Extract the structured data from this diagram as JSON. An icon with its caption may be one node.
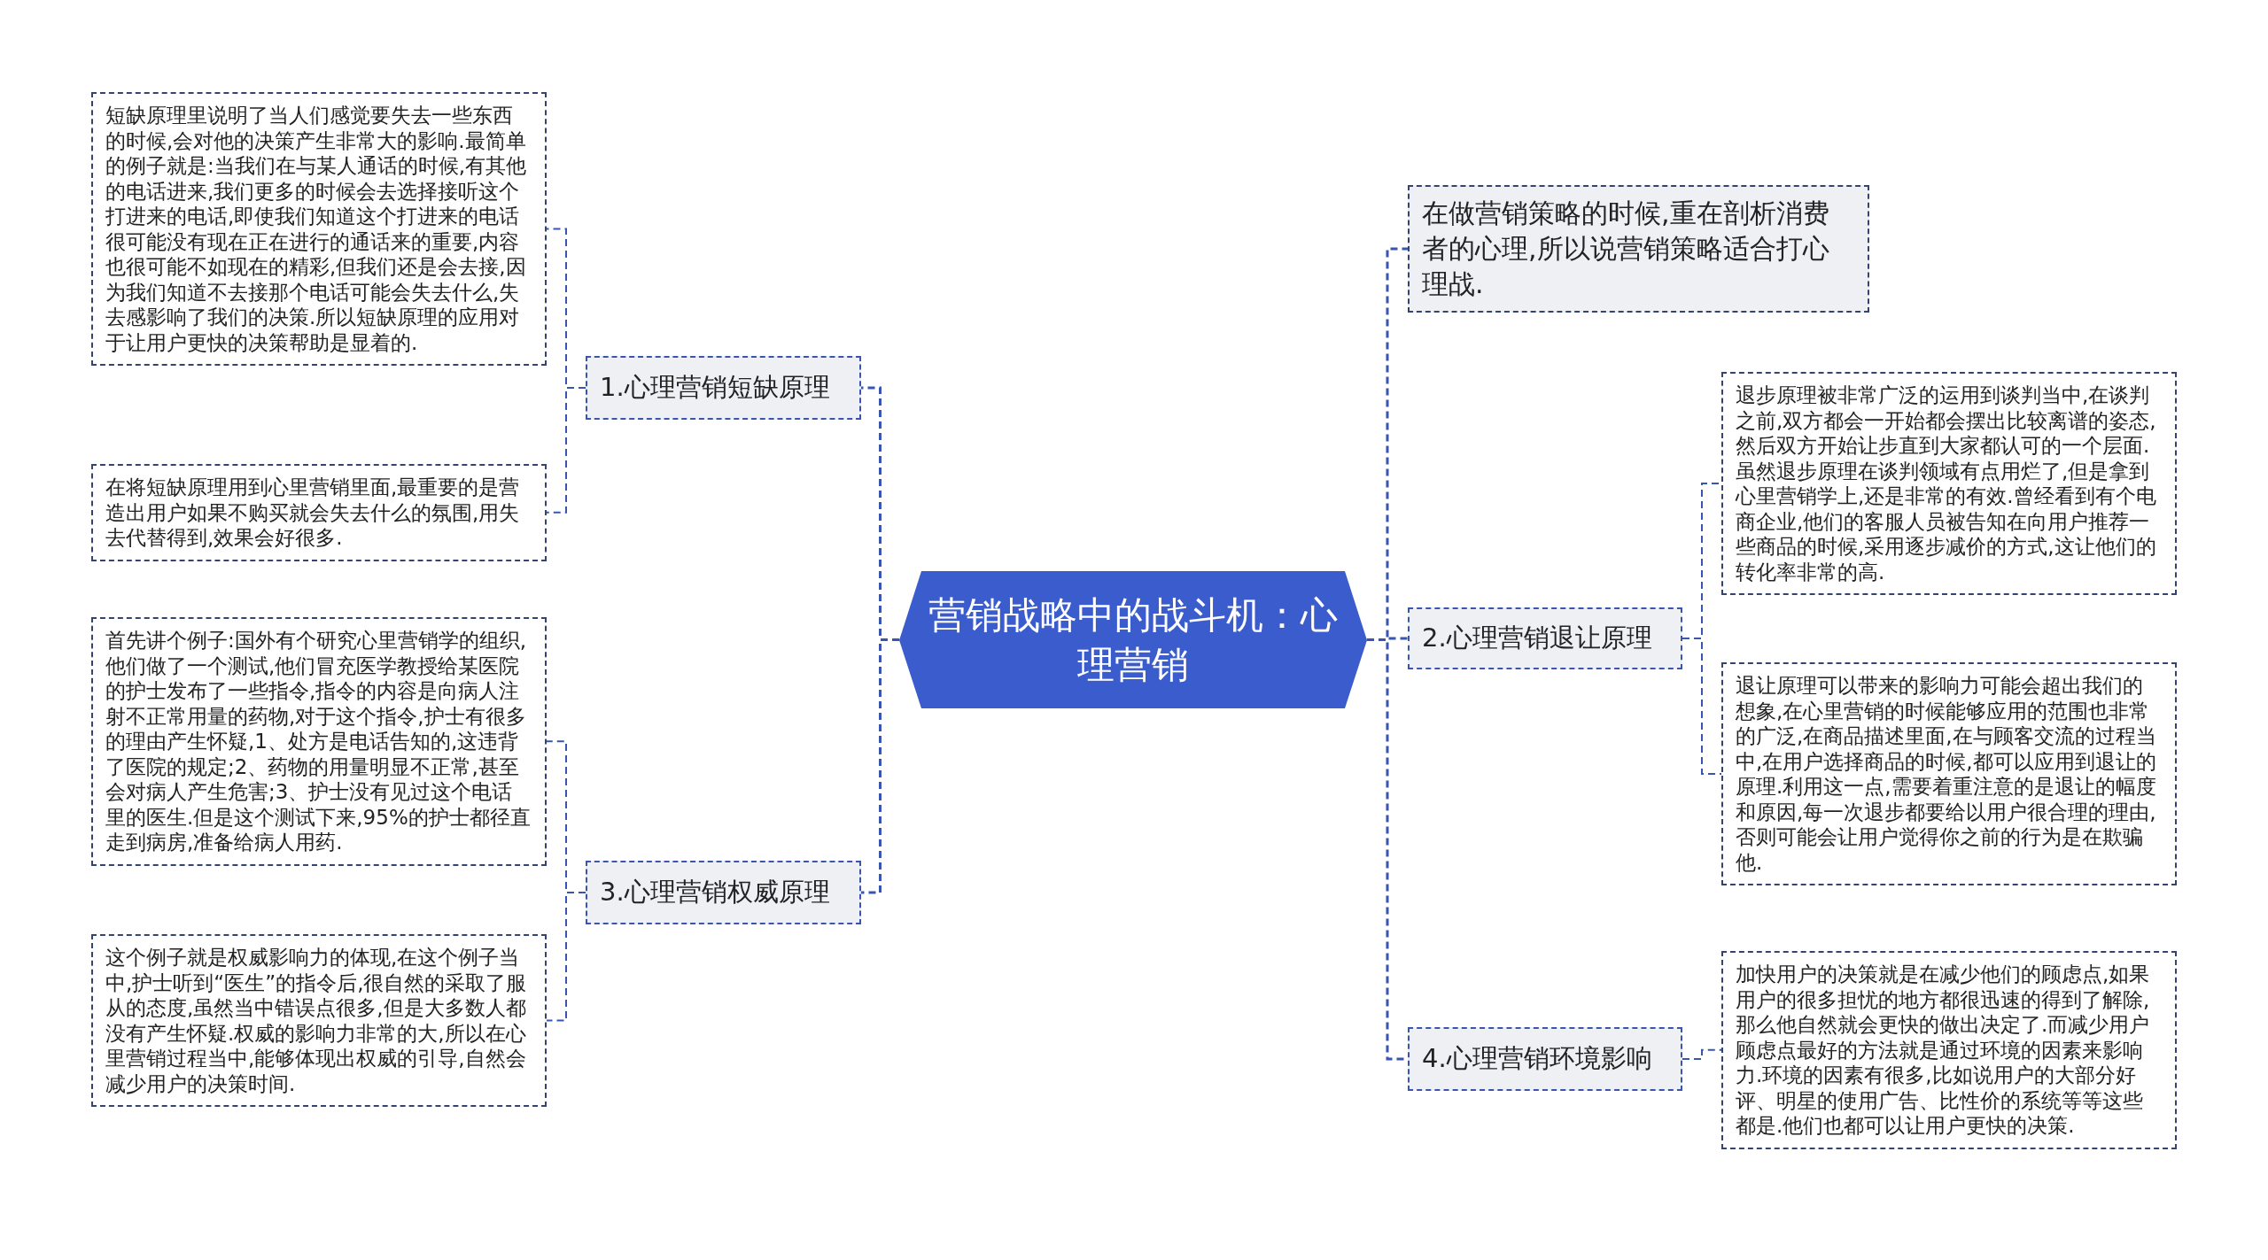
{
  "diagram": {
    "nodes": [
      {
        "text": [
          "营销战略中的战斗机：心理营销"
        ]
      },
      {
        "text": [
          "1.心理营销短缺原理"
        ]
      },
      {
        "text": [
          "短缺原理里说明了当人们感觉要失去一些东西的时候,会对他的决策产生非常大的影响.最简单的例子就是:当我们在与某人通话的时候,有其他的电话进来,我们更多的时候会去选择接听这个打进来的电话,即使我们知道这个打进来的电话很可能没有现在正在进行的通话来的重要,内容也很可能不如现在的精彩,但我们还是会去接,因为我们知道不去接那个电话可能会失去什么,失去感影响了我们的决策.所以短缺原理的应用对于让用户更快的决策帮助是显着的."
        ]
      },
      {
        "text": [
          "在将短缺原理用到心里营销里面,最重要的是营造出用户如果不购买就会失去什么的氛围,用失去代替得到,效果会好很多."
        ]
      },
      {
        "text": [
          "3.心理营销权威原理"
        ]
      },
      {
        "text": [
          "首先讲个例子:国外有个研究心里营销学的组织,他们做了一个测试,他们冒充医学教授给某医院的护士发布了一些指令,指令的内容是向病人注射不正常用量的药物,对于这个指令,护士有很多的理由产生怀疑,1、处方是电话告知的,这违背了医院的规定;2、药物的用量明显不正常,甚至会对病人产生危害;3、护士没有见过这个电话里的医生.但是这个测试下来,95%的护士都径直走到病房,准备给病人用药."
        ]
      },
      {
        "text": [
          "这个例子就是权威影响力的体现,在这个例子当中,护士听到“医生”的指令后,很自然的采取了服从的态度,虽然当中错误点很多,但是大多数人都没有产生怀疑.权威的影响力非常的大,所以在心里营销过程当中,能够体现出权威的引导,自然会减少用户的决策时间."
        ]
      },
      {
        "text": [
          "在做营销策略的时候,重在剖析消费者的心理,所以说营销策略适合打心理战."
        ]
      },
      {
        "text": [
          "2.心理营销退让原理"
        ]
      },
      {
        "text": [
          "退步原理被非常广泛的运用到谈判当中,在谈判之前,双方都会一开始都会摆出比较离谱的姿态,然后双方开始让步直到大家都认可的一个层面.虽然退步原理在谈判领域有点用烂了,但是拿到心里营销学上,还是非常的有效.曾经看到有个电商企业,他们的客服人员被告知在向用户推荐一些商品的时候,采用逐步减价的方式,这让他们的转化率非常的高."
        ]
      },
      {
        "text": [
          "退让原理可以带来的影响力可能会超出我们的想象,在心里营销的时候能够应用的范围也非常的广泛,在商品描述里面,在与顾客交流的过程当中,在用户选择商品的时候,都可以应用到退让的原理.利用这一点,需要着重注意的是退让的幅度和原因,每一次退步都要给以用户很合理的理由,否则可能会让用户觉得你之前的行为是在欺骗他."
        ]
      },
      {
        "text": [
          "4.心理营销环境影响"
        ]
      },
      {
        "text": [
          "加快用户的决策就是在减少他们的顾虑点,如果用户的很多担忧的地方都很迅速的得到了解除,那么他自然就会更快的做出决定了.而减少用户顾虑点最好的方法就是通过环境的因素来影响力.环境的因素有很多,比如说用户的大部分好评、明星的使用广告、比性价的系统等等这些都是.他们也都可以让用户更快的决策."
        ]
      }
    ],
    "edges": [
      {
        "from": 0,
        "to": 1,
        "arrow": "none"
      },
      {
        "from": 0,
        "to": 4,
        "arrow": "none"
      },
      {
        "from": 0,
        "to": 7,
        "arrow": "none"
      },
      {
        "from": 0,
        "to": 8,
        "arrow": "none"
      },
      {
        "from": 0,
        "to": 11,
        "arrow": "none"
      },
      {
        "from": 1,
        "to": 2,
        "arrow": "none"
      },
      {
        "from": 1,
        "to": 3,
        "arrow": "none"
      },
      {
        "from": 4,
        "to": 5,
        "arrow": "none"
      },
      {
        "from": 4,
        "to": 6,
        "arrow": "none"
      },
      {
        "from": 8,
        "to": 9,
        "arrow": "none"
      },
      {
        "from": 8,
        "to": 10,
        "arrow": "none"
      },
      {
        "from": 11,
        "to": 12,
        "arrow": "none"
      }
    ]
  }
}
